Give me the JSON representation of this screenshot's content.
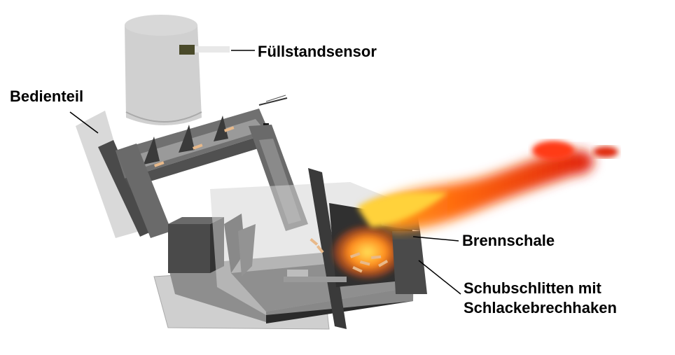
{
  "labels": {
    "fuellstandsensor": "Füllstandsensor",
    "bedienteil": "Bedienteil",
    "brennschale": "Brennschale",
    "schubschlitten_line1": "Schubschlitten mit",
    "schubschlitten_line2": "Schlackebrechhaken"
  },
  "colors": {
    "flame_outer": "#e02a10",
    "flame_mid": "#ff6a10",
    "flame_core": "#ffd23a",
    "machine_dark": "#4a4a4a",
    "machine_light": "#cfcfcf",
    "pellet": "#e8b98a"
  }
}
